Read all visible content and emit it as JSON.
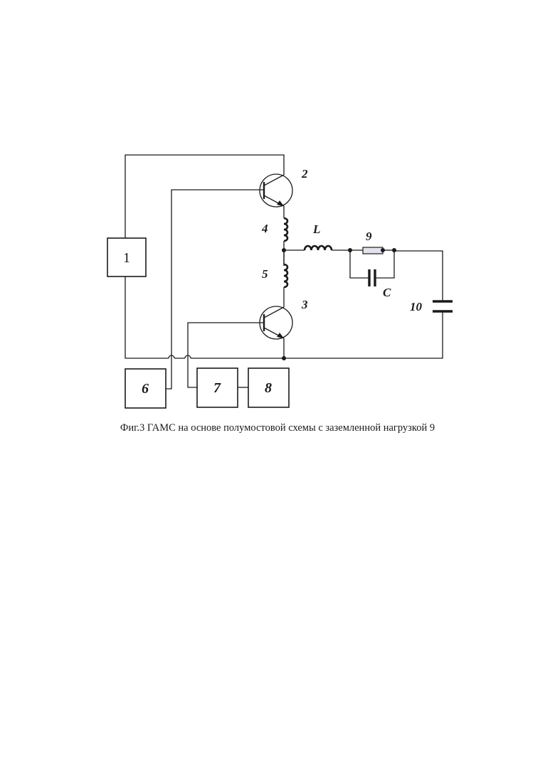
{
  "labels": {
    "block_1": "1",
    "transistor_upper": "2",
    "transistor_lower": "3",
    "inductor_upper": "4",
    "inductor_lower": "5",
    "inductor_L": "L",
    "block_6": "6",
    "block_7": "7",
    "block_8": "8",
    "load_9": "9",
    "capacitor_C": "C",
    "capacitor_10": "10"
  },
  "caption": "Фиг.3 ГАМС на основе полумостовой схемы с заземленной нагрузкой 9"
}
